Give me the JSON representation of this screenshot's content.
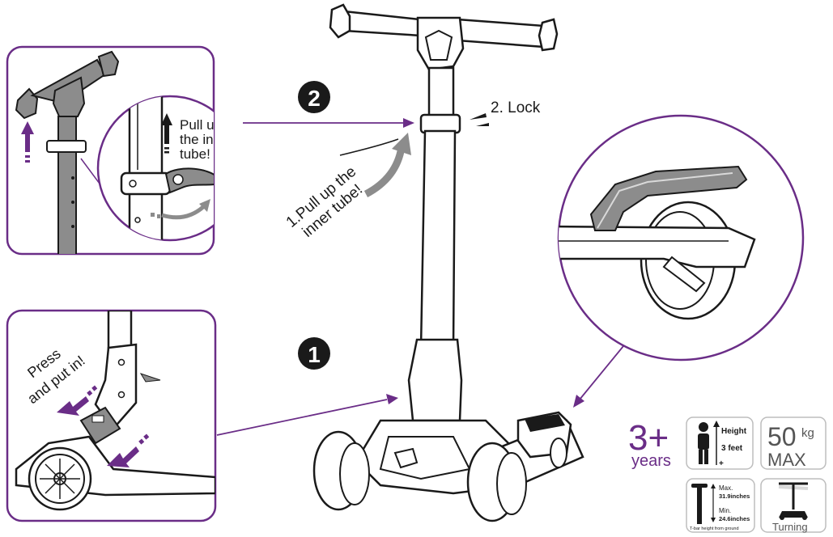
{
  "colors": {
    "accent": "#6a2d87",
    "ink": "#1a1a1a",
    "gray_fill": "#8c8c8c",
    "light_gray": "#d9d9d9",
    "background": "#ffffff"
  },
  "steps": {
    "step1_number": "1",
    "step2_number": "2"
  },
  "callouts": {
    "lock_label": "2. Lock",
    "pull_line1": "1.Pull up the",
    "pull_line2": "inner tube!",
    "inset_pull_line1": "Pull up",
    "inset_pull_line2": "the inner",
    "inset_pull_line3": "tube!",
    "press_line1": "Press",
    "press_line2": "and put in!"
  },
  "specs": {
    "age_value": "3+",
    "age_unit": "years",
    "height_label": "Height",
    "height_value": "3 feet",
    "height_plus": "+",
    "weight_value": "50",
    "weight_unit": "kg",
    "weight_max": "MAX",
    "tbar_max_label": "Max.",
    "tbar_max_value": "31.9inches",
    "tbar_min_label": "Min.",
    "tbar_min_value": "24.6inches",
    "tbar_caption": "T-bar height from ground",
    "turning_label": "Turning"
  },
  "icons": [
    "arrow-up-icon",
    "curved-arrow-icon",
    "person-icon",
    "tbar-icon",
    "turning-scooter-icon"
  ]
}
